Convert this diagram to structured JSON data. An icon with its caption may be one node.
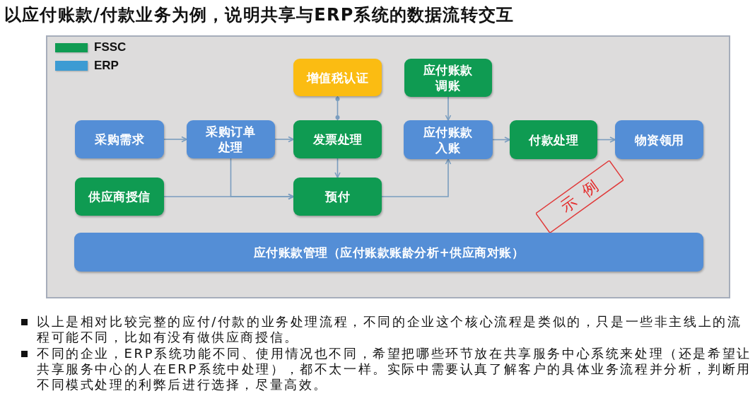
{
  "diagram": {
    "title": "以应付账款/付款业务为例，说明共享与ERP系统的数据流转交互",
    "nodes": [
      {
        "text": [
          "采购需求"
        ]
      },
      {
        "text": [
          "采购订单处理"
        ]
      },
      {
        "text": [
          "发票处理"
        ]
      },
      {
        "text": [
          "增值税认证"
        ]
      },
      {
        "text": [
          "应付账款调账"
        ]
      },
      {
        "text": [
          "应付账款入账"
        ]
      },
      {
        "text": [
          "付款处理"
        ]
      },
      {
        "text": [
          "物资领用"
        ]
      },
      {
        "text": [
          "供应商授信"
        ]
      },
      {
        "text": [
          "预付"
        ]
      },
      {
        "text": [
          "应付账款管理（应付账款账龄分析+供应商对账）"
        ]
      },
      {
        "text": [
          "示例"
        ]
      }
    ],
    "edges": [
      {
        "from": 0,
        "to": 1,
        "arrow": "to"
      },
      {
        "from": 1,
        "to": 2,
        "arrow": "to"
      },
      {
        "from": 2,
        "to": 3,
        "arrow": "other"
      },
      {
        "from": 2,
        "to": 9,
        "arrow": "to"
      },
      {
        "from": 8,
        "to": 9,
        "arrow": "to"
      },
      {
        "from": 1,
        "to": 9,
        "arrow": "to"
      },
      {
        "from": 4,
        "to": 5,
        "arrow": "to"
      },
      {
        "from": 9,
        "to": 5,
        "arrow": "to"
      },
      {
        "from": 5,
        "to": 6,
        "arrow": "to"
      },
      {
        "from": 6,
        "to": 7,
        "arrow": "to"
      }
    ],
    "labels": [
      "以上是相对比较完整的应付/付款的业务处理流程，不同的企业这个核心流程是类似的，只是一些非主线上的流程可能不同，比如有没有做供应商授信。",
      "不同的企业，ERP系统功能不同、使用情况也不同，希望把哪些环节放在共享服务中心系统来处理（还是希望让共享服务中心的人在ERP系统中处理），都不太一样。实际中需要认真了解客户的具体业务流程并分析，判断用不同模式处理的利弊后进行选择，尽量高效。"
    ],
    "legend": [
      {
        "text": "FSSC",
        "color": "#0f9b52"
      },
      {
        "text": "ERP",
        "color": "#3c9bd3"
      }
    ]
  }
}
